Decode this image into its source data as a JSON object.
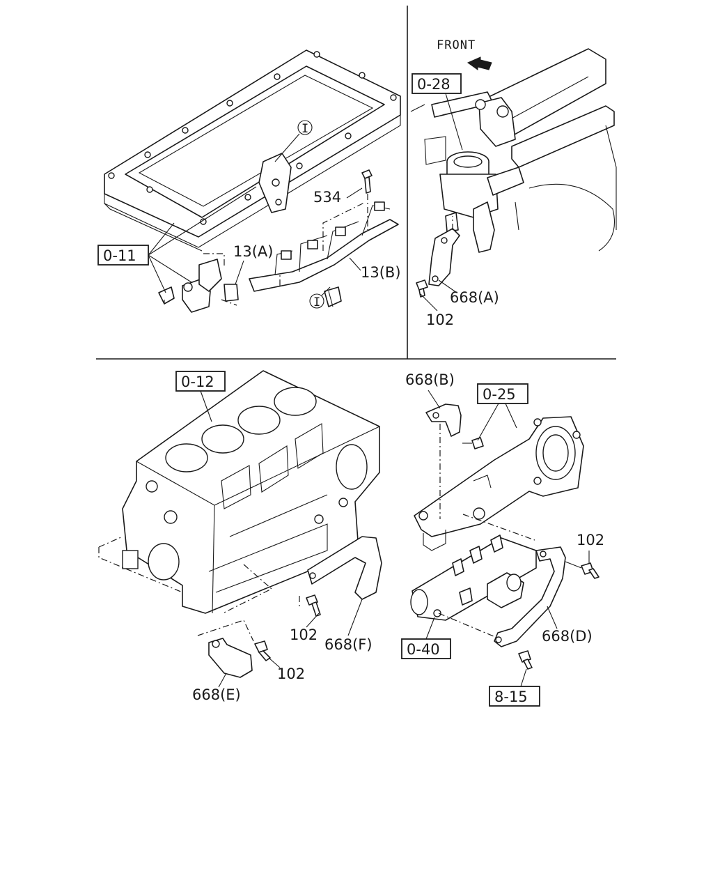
{
  "direction_label": "FRONT",
  "references": {
    "oil_pan": "0-11",
    "egr_valve": "0-28",
    "cylinder_block": "0-12",
    "water_outlet": "0-25",
    "fuel_rail": "0-40",
    "bolt_ref": "8-15"
  },
  "parts": {
    "p534": "534",
    "p13a": "13(A)",
    "p13b": "13(B)",
    "p668a": "668(A)",
    "p102_tr": "102",
    "p668b": "668(B)",
    "p102_br": "102",
    "p668d": "668(D)",
    "p102_bl1": "102",
    "p668f": "668(F)",
    "p102_bl2": "102",
    "p668e": "668(E)"
  },
  "connector_mark": "I"
}
